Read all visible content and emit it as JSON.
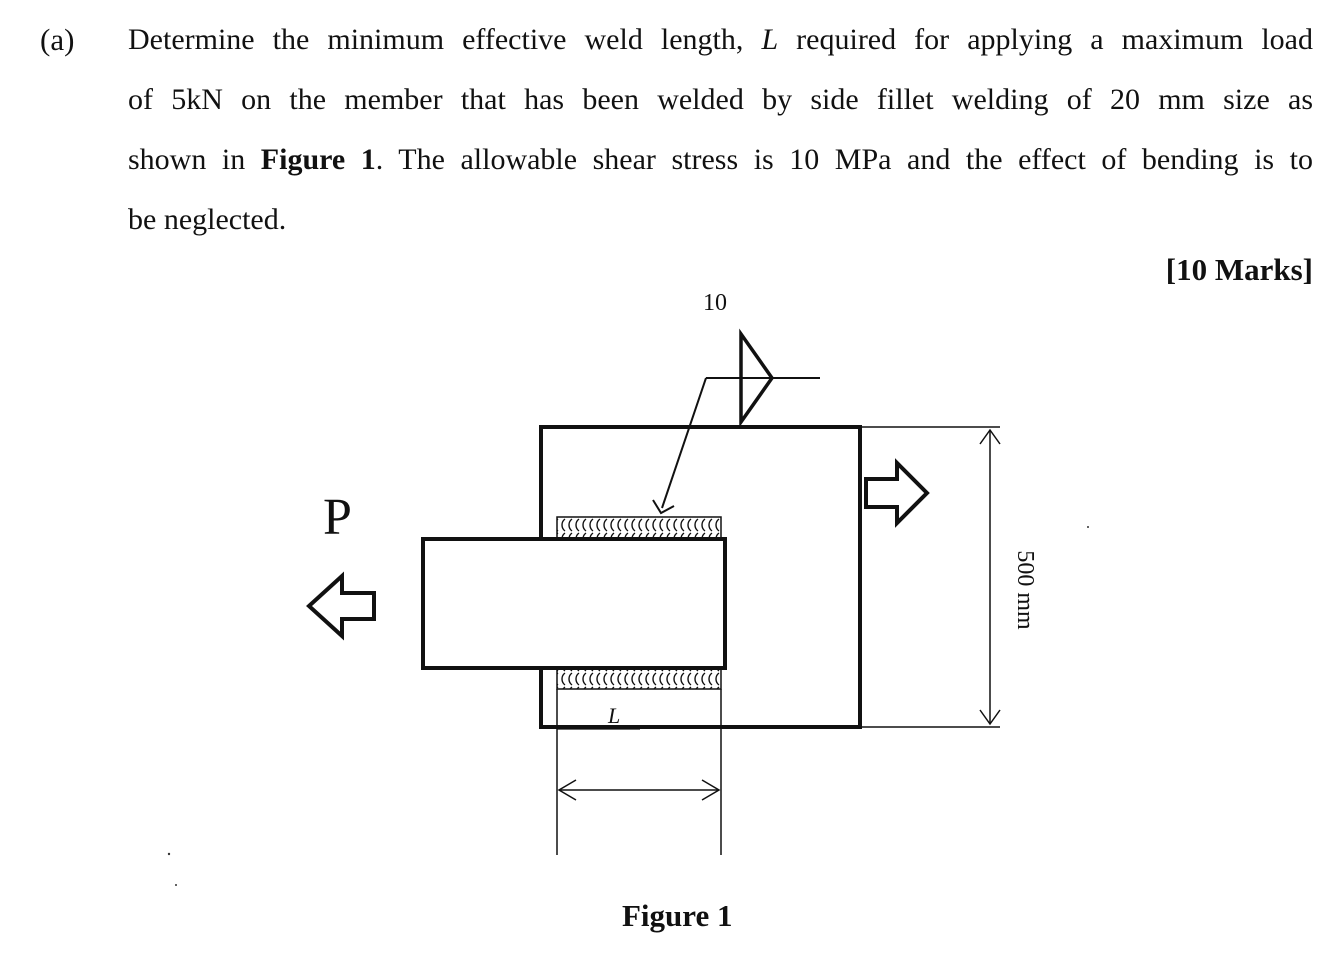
{
  "question": {
    "label": "(a)",
    "line1_pre": "Determine the minimum effective weld length, ",
    "line1_var": "L",
    "line1_post": " required for applying a maximum load",
    "line2": "of 5kN on the member that has been welded by side fillet welding of 20 mm size as",
    "line3_pre": "shown in ",
    "line3_bold": "Figure 1",
    "line3_post": ". The allowable shear stress is 10 MPa and the effect of bending is to",
    "line4": "be neglected.",
    "marks": "[10 Marks]"
  },
  "figure": {
    "weld_symbol_size": "10",
    "load_label": "P",
    "weld_length_label": "L",
    "plate_height_label": "500 mm",
    "caption": "Figure 1"
  }
}
